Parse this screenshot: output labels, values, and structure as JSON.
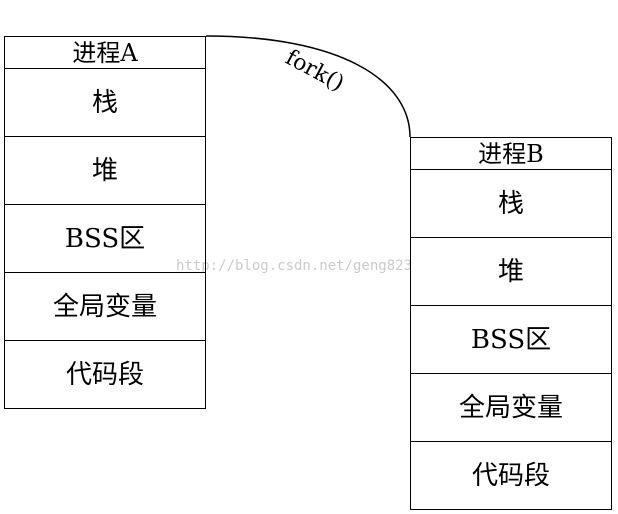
{
  "process_a": {
    "title": "进程A",
    "segments": [
      "栈",
      "堆",
      "BSS区",
      "全局变量",
      "代码段"
    ]
  },
  "process_b": {
    "title": "进程B",
    "segments": [
      "栈",
      "堆",
      "BSS区",
      "全局变量",
      "代码段"
    ]
  },
  "connector": {
    "label": "fork()"
  },
  "watermark": {
    "text": "http://blog.csdn.net/geng823"
  }
}
